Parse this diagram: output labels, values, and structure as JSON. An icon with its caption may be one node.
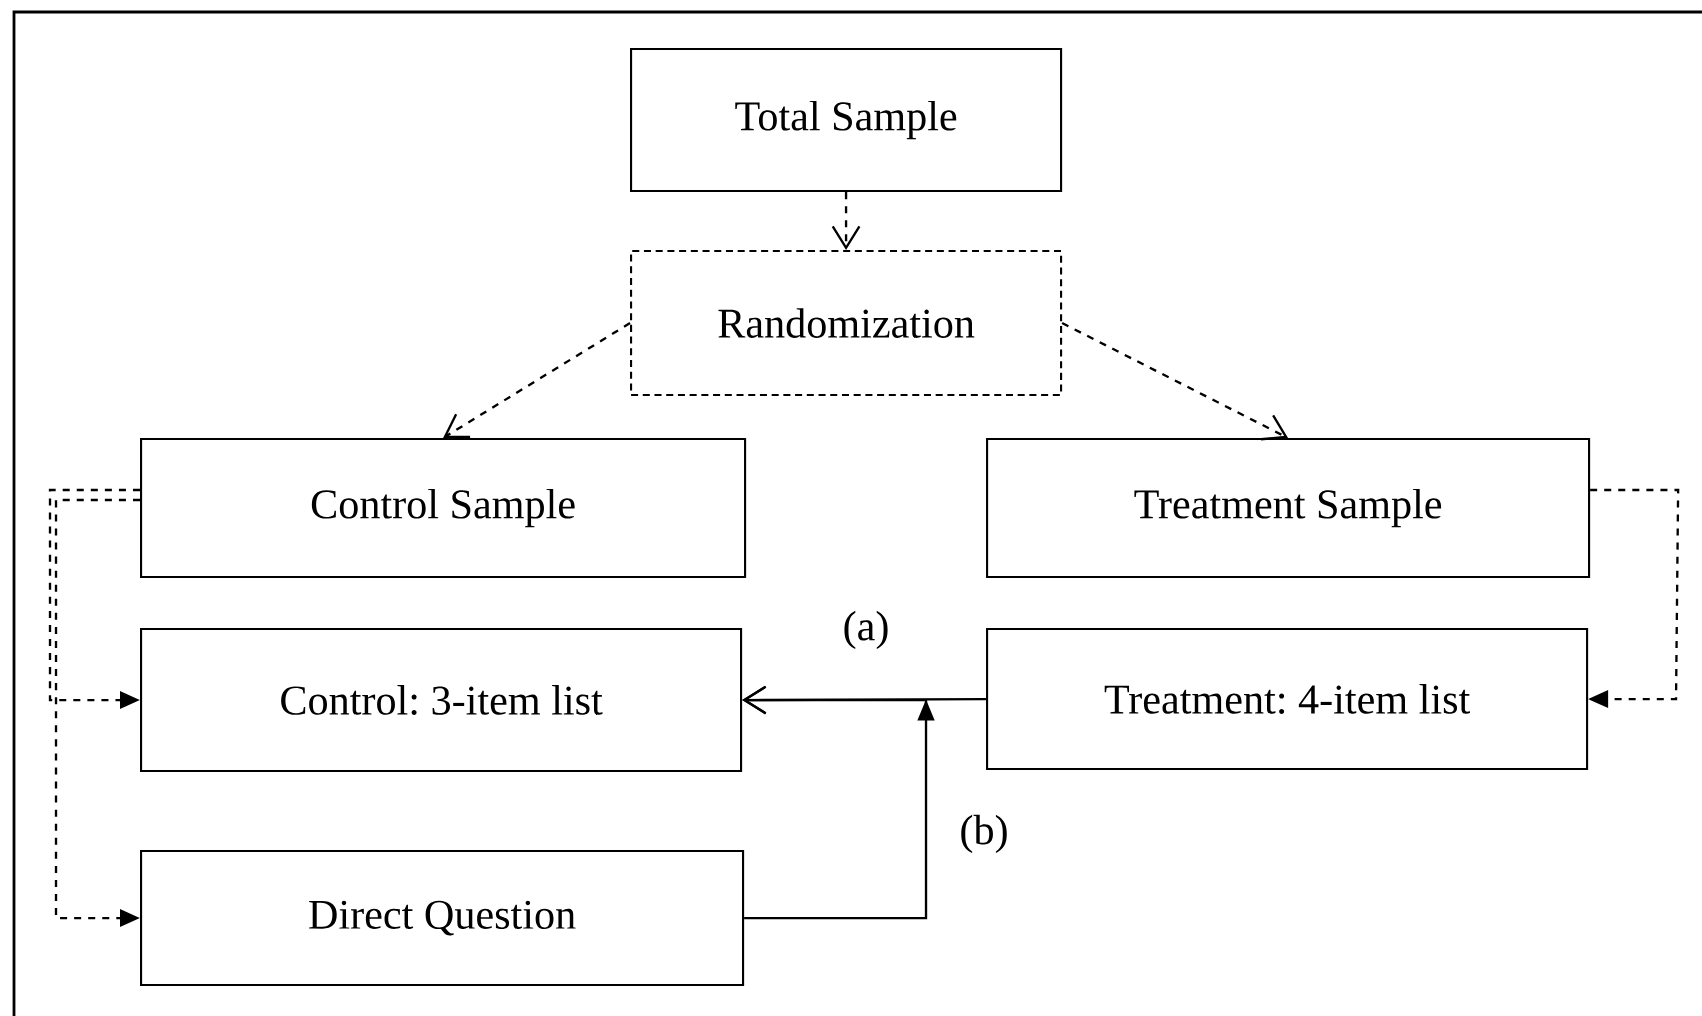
{
  "diagram": {
    "nodes": [
      {
        "text": [
          "Total Sample"
        ]
      },
      {
        "text": [
          "Randomization"
        ]
      },
      {
        "text": [
          "Control Sample"
        ]
      },
      {
        "text": [
          "Treatment Sample"
        ]
      },
      {
        "text": [
          "Control: 3-item list"
        ]
      },
      {
        "text": [
          "Treatment: 4-item list"
        ]
      },
      {
        "text": [
          "Direct Question"
        ]
      }
    ],
    "edges": [
      {
        "from": 0,
        "to": 1,
        "arrow": "to",
        "style": "dashed"
      },
      {
        "from": 1,
        "to": 2,
        "arrow": "to",
        "style": "dashed"
      },
      {
        "from": 1,
        "to": 3,
        "arrow": "to",
        "style": "dashed"
      },
      {
        "from": 2,
        "to": 4,
        "arrow": "to",
        "style": "dashed"
      },
      {
        "from": 2,
        "to": 6,
        "arrow": "to",
        "style": "dashed"
      },
      {
        "from": 3,
        "to": 5,
        "arrow": "to",
        "style": "dashed"
      },
      {
        "from": 5,
        "to": 4,
        "arrow": "to",
        "label": "(a)"
      },
      {
        "from": 6,
        "to": 4,
        "arrow": "to",
        "label": "(b)"
      }
    ]
  }
}
